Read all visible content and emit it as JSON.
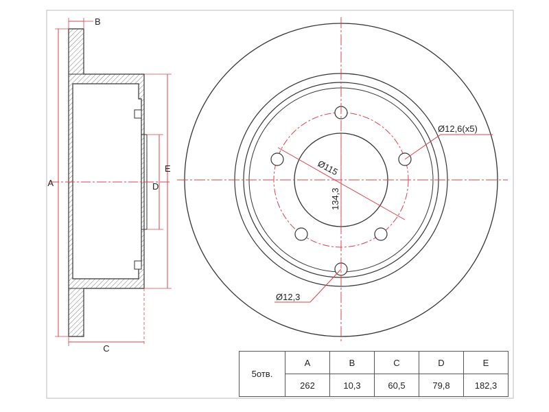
{
  "labels": {
    "A": "A",
    "B": "B",
    "C": "C",
    "D": "D",
    "E": "E"
  },
  "annotations": {
    "hole_dia": "Ø12,6(x5)",
    "pcd": "Ø115",
    "bore_height": "134,3",
    "center_hole": "Ø12,3"
  },
  "table": {
    "row_label": "5отв.",
    "headers": [
      "A",
      "B",
      "C",
      "D",
      "E"
    ],
    "values": [
      "262",
      "10,3",
      "60,5",
      "79,8",
      "182,3"
    ]
  },
  "colors": {
    "line": "#333333",
    "center_line": "#e0404a",
    "hatch": "#555555"
  }
}
